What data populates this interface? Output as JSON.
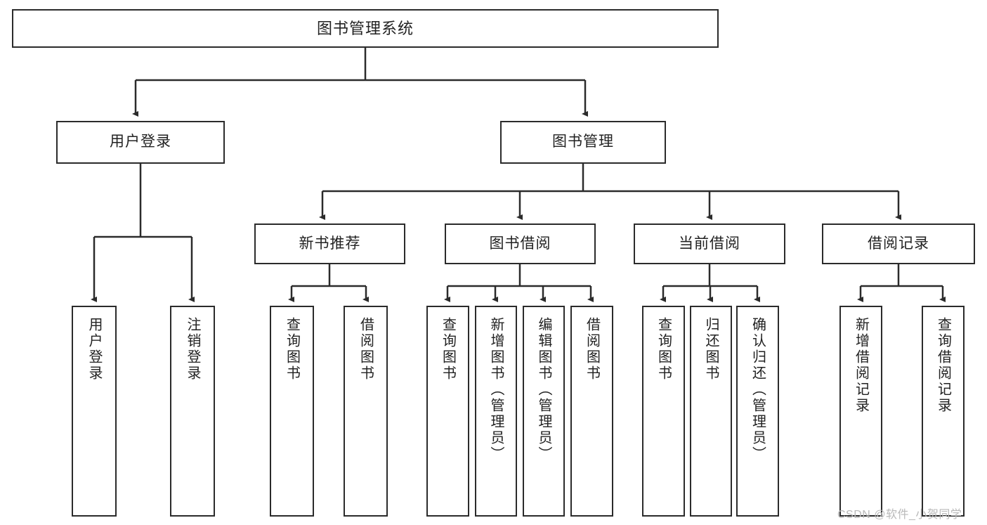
{
  "diagram": {
    "title": "图书管理系统",
    "type": "tree-hierarchy-diagram",
    "watermark": "CSDN @软件_小贺同学",
    "colors": {
      "stroke": "#2b2b2b",
      "fill": "#ffffff",
      "text": "#222222",
      "watermark": "#b9b9b9"
    },
    "nodes": {
      "root": {
        "label": "图书管理系统",
        "level": 1
      },
      "level2": [
        {
          "id": "user-login",
          "label": "用户登录"
        },
        {
          "id": "book-management",
          "label": "图书管理"
        }
      ],
      "level3": [
        {
          "id": "new-book-recommend",
          "label": "新书推荐",
          "parent": "book-management"
        },
        {
          "id": "book-borrow",
          "label": "图书借阅",
          "parent": "book-management"
        },
        {
          "id": "current-borrow",
          "label": "当前借阅",
          "parent": "book-management"
        },
        {
          "id": "borrow-record",
          "label": "借阅记录",
          "parent": "book-management"
        }
      ],
      "leaves": {
        "user-login": [
          {
            "id": "leaf-user-login",
            "label": "用户登录"
          },
          {
            "id": "leaf-logout-login",
            "label": "注销登录"
          }
        ],
        "new-book-recommend": [
          {
            "id": "leaf-query-book-1",
            "label": "查询图书"
          },
          {
            "id": "leaf-borrow-book-1",
            "label": "借阅图书"
          }
        ],
        "book-borrow": [
          {
            "id": "leaf-query-book-2",
            "label": "查询图书"
          },
          {
            "id": "leaf-add-book",
            "label": "新增图书（管理员）"
          },
          {
            "id": "leaf-edit-book",
            "label": "编辑图书（管理员）"
          },
          {
            "id": "leaf-borrow-book-2",
            "label": "借阅图书"
          }
        ],
        "current-borrow": [
          {
            "id": "leaf-query-book-3",
            "label": "查询图书"
          },
          {
            "id": "leaf-return-book",
            "label": "归还图书"
          },
          {
            "id": "leaf-confirm-return",
            "label": "确认归还（管理员）"
          }
        ],
        "borrow-record": [
          {
            "id": "leaf-add-record",
            "label": "新增借阅记录"
          },
          {
            "id": "leaf-query-record",
            "label": "查询借阅记录"
          }
        ]
      }
    }
  }
}
